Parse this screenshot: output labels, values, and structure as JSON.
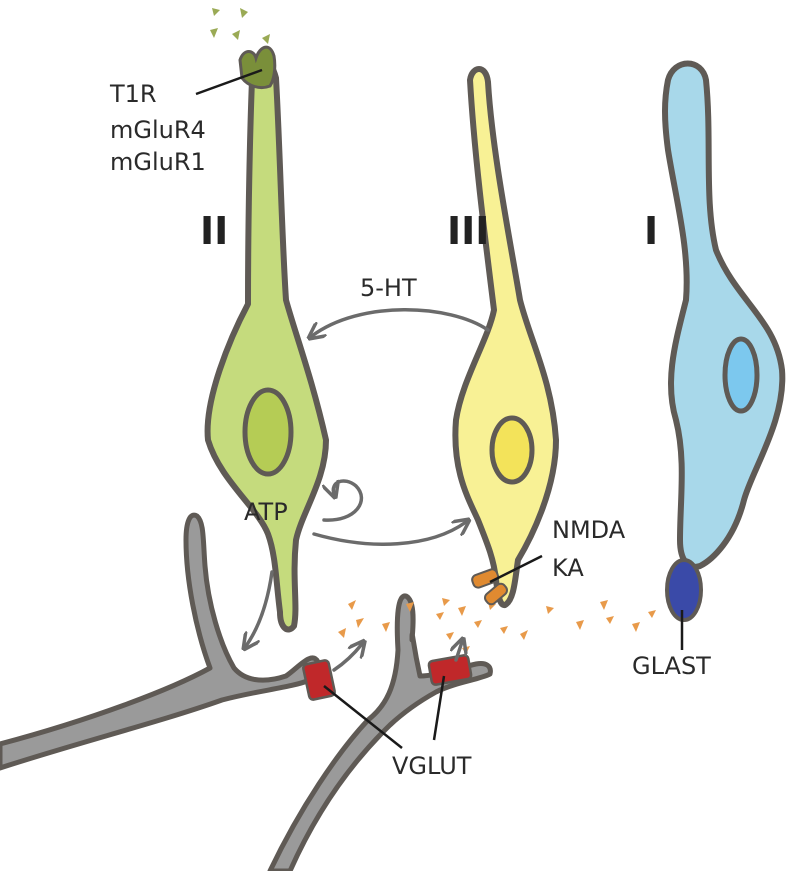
{
  "cell_labels": {
    "type_ii": "II",
    "type_iii": "III",
    "type_i": "I"
  },
  "receptors": {
    "t1r": "T1R",
    "mglur4": "mGluR4",
    "mglur1": "mGluR1",
    "nmda": "NMDA",
    "ka": "KA",
    "glast": "GLAST",
    "vglut": "VGLUT"
  },
  "transmitters": {
    "serotonin": "5-HT",
    "atp": "ATP"
  },
  "colors": {
    "type_ii_cell": "#c5db7d",
    "type_ii_nucleus": "#b5cc55",
    "type_iii_cell": "#f8f195",
    "type_iii_nucleus": "#f3e35a",
    "type_i_cell": "#a8d8ea",
    "type_i_nucleus": "#7cc8ee",
    "nerve_fiber": "#9a9a9a",
    "vglut": "#c0282a",
    "glast": "#3a4aa8",
    "glutamate_particles": "#e89a4a",
    "tastant_particles": "#9aaa55"
  }
}
